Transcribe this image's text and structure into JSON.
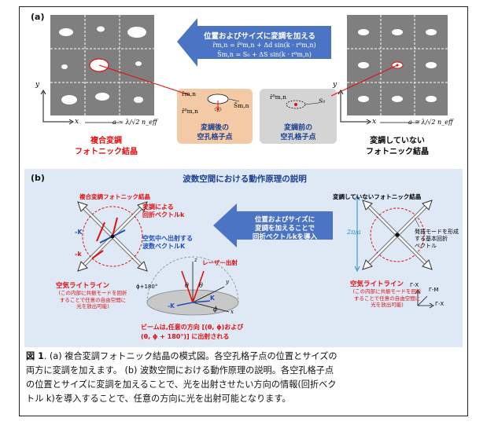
{
  "panel_a": {
    "label": "(a)",
    "arrow_text": {
      "title": "位置およびサイズに変調を加える",
      "eq1": "r̄m,n = r̄⁰m,n + Δd sin(k · r⁰m,n)",
      "eq2": "S̄m,n = S₀ + ΔS sin(k · r⁰m,n)"
    },
    "left_lattice": {
      "axis_y": "y",
      "axis_x": "x",
      "period": "a ≈ λ/√2 n_eff",
      "name_line1": "複合変調",
      "name_line2": "フォトニック結晶"
    },
    "right_lattice": {
      "axis_y": "y",
      "axis_x": "x",
      "period": "a ≅ λ/√2 n_eff",
      "name_line1": "変調していない",
      "name_line2": "フォトニック結晶"
    },
    "modulated_point": {
      "r_label": "r̄m,n",
      "r0_label": "r̄⁰m,n",
      "s_label": "S̄m,n",
      "caption_line1": "変調後の",
      "caption_line2": "空孔格子点"
    },
    "unmodulated_point": {
      "r0_label": "r̄⁰m,n",
      "s0_label": "S₀",
      "caption_line1": "変調前の",
      "caption_line2": "空孔格子点"
    }
  },
  "panel_b": {
    "label": "(b)",
    "title": "波数空間における動作原理の説明",
    "left_title": "複合変調フォトニック結晶",
    "right_title": "変調していないフォトニック結晶",
    "arrow_text_line1": "位置およびサイズに",
    "arrow_text_line2": "変調を加えることで",
    "arrow_text_line3": "回折ベクトルkを導入",
    "diff_vector_line1": "変調による",
    "diff_vector_line2": "回折ベクトルk",
    "neg_K": "-K",
    "neg_k": "-k",
    "free_space_line1": "空気中へ出射する",
    "free_space_line2": "波数ベクトルK",
    "air_light_line": "空気ライトライン",
    "air_note_line1": "(この内部に共振モードを回折",
    "air_note_line2": "することで任意の自由空間に",
    "air_note_line3": "光を放出可能)",
    "laser_out": "レーザー出射",
    "phi_180": "ϕ+180°",
    "theta": "θ",
    "phi": "ϕ",
    "axis_x": "x",
    "axis_y": "y",
    "axis_z": "z",
    "K_label": "K",
    "beam_line1": "ビームは,任意の方向 [(θ, ϕ)および",
    "beam_line2": "(θ, ϕ + 180°)] に出射される",
    "two_pi_a": "2π/a",
    "basic_vec_line1": "発振モードを形成",
    "basic_vec_line2": "する基本回折",
    "basic_vec_line3": "ベクトル",
    "gx": "Γ-X",
    "gm": "Γ-M",
    "gx2": "Γ-X"
  },
  "caption": {
    "fig": "図 1",
    "line1": ". (a) 複合変調フォトニック結晶の模式図。各空孔格子点の位置とサイズの",
    "line2": "両方に変調を加えます。 (b) 波数空間における動作原理の説明。各空孔格子点",
    "line3": "の位置とサイズに変調を加えることで、光を出射させたい方向の情報(回折ベク",
    "line4": "トル k)を導入することで、任意の方向に光を出射可能となります。"
  },
  "colors": {
    "gray_tile": "#7f7f7f",
    "blue_arrow": "#4b74c4",
    "red": "#e01010",
    "panel_b_bg": "#dfe9f6",
    "orange_box": "#f4c9a5",
    "gray_box": "#d4d4d4"
  }
}
